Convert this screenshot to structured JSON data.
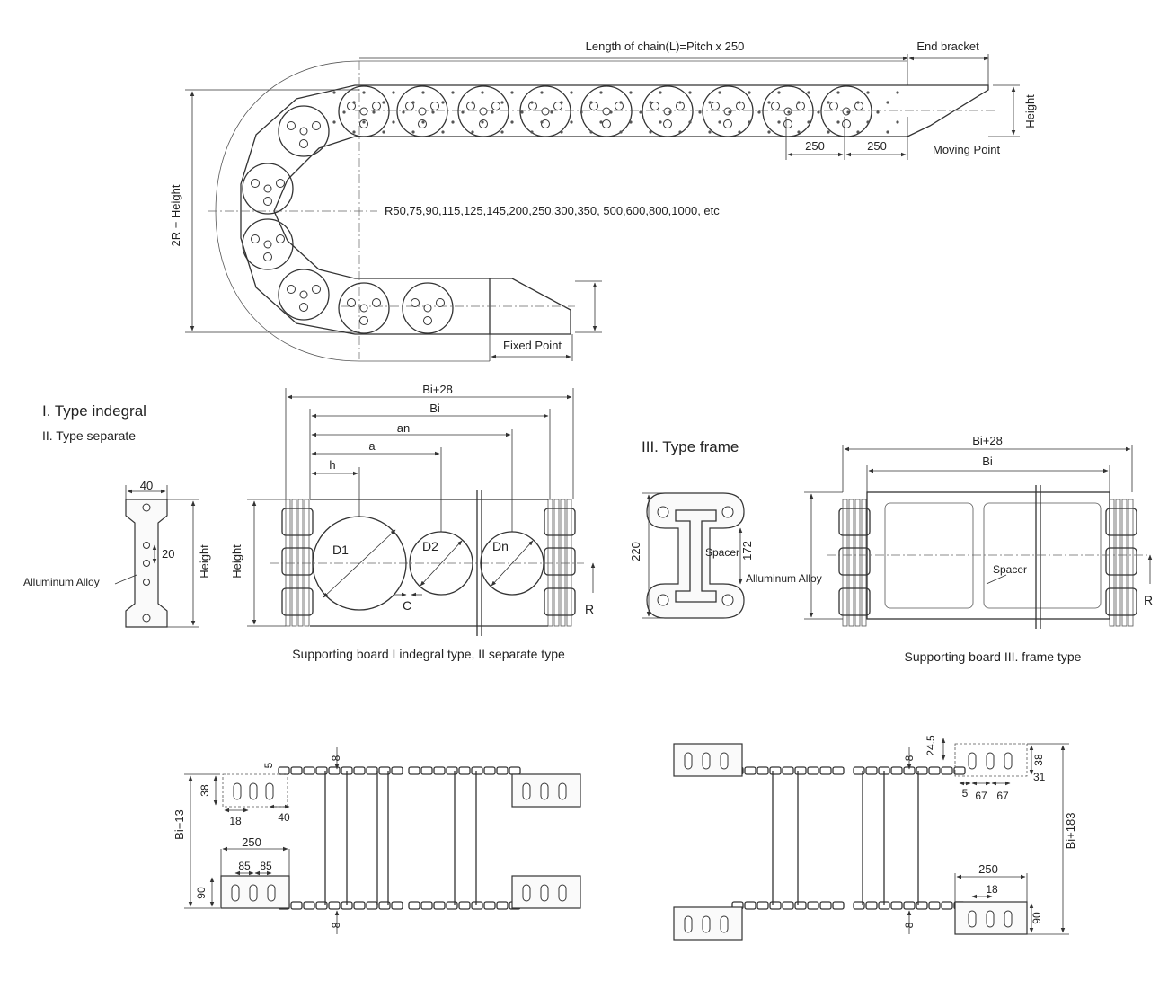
{
  "chain_view": {
    "length_label": "Length of chain(L)=Pitch x 250",
    "end_bracket": "End bracket",
    "height": "Height",
    "pitch_a": "250",
    "pitch_b": "250",
    "moving_point": "Moving Point",
    "two_r_height": "2R + Height",
    "radius_list": "R50,75,90,115,125,145,200,250,300,350, 500,600,800,1000, etc",
    "fixed_point": "Fixed Point"
  },
  "types": {
    "type1": "I. Type indegral",
    "type2": "II. Type separate",
    "type3": "III. Type frame"
  },
  "separate_section": {
    "width_40": "40",
    "spacing_20": "20",
    "height": "Height",
    "material": "Alluminum Alloy",
    "bi28": "Bi+28",
    "bi": "Bi",
    "an": "an",
    "a": "a",
    "h": "h",
    "d1": "D1",
    "d2": "D2",
    "dn": "Dn",
    "c": "C",
    "r": "R",
    "caption": "Supporting board I indegral type, II separate type"
  },
  "frame_section": {
    "dim_220": "220",
    "dim_172": "172",
    "spacer": "Spacer",
    "material": "Alluminum Alloy",
    "bi28": "Bi+28",
    "bi": "Bi",
    "spacer_right": "Spacer",
    "r": "R",
    "caption": "Supporting board III. frame type"
  },
  "bottom_left": {
    "dim_8_top": "8",
    "dim_5": "5",
    "dim_38": "38",
    "dim_18": "18",
    "dim_40": "40",
    "bi13": "Bi+13",
    "dim_250": "250",
    "dim_85a": "85",
    "dim_85b": "85",
    "dim_90": "90",
    "dim_8_bottom": "8"
  },
  "bottom_right": {
    "dim_8_top": "8",
    "dim_24_5": "24.5",
    "dim_38": "38",
    "dim_31": "31",
    "dim_5": "5",
    "dim_67a": "67",
    "dim_67b": "67",
    "bi183": "Bi+183",
    "dim_250": "250",
    "dim_18": "18",
    "dim_90": "90",
    "dim_8_bottom": "8"
  }
}
